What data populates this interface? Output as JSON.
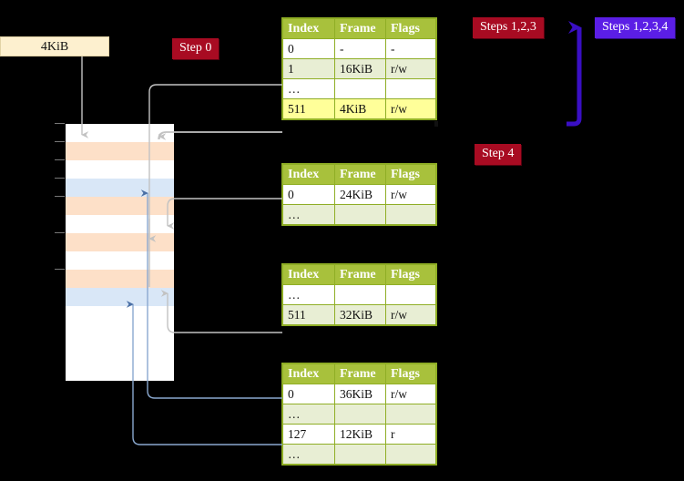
{
  "labels": {
    "four_kib": "4KiB",
    "step0": "Step 0",
    "step4": "Step 4",
    "steps123": "Steps 1,2,3",
    "steps1234": "Steps 1,2,3,4"
  },
  "colors": {
    "badge_red": "#a80b22",
    "badge_blue": "#5b1ee6",
    "table_header_green": "#a8c13c",
    "table_alt_row": "#e8eed4",
    "highlight_yellow": "#ffff99",
    "cream": "#fdf0cf",
    "mem_orange": "#fde0c8",
    "mem_blue": "#d9e7f7",
    "arrow_gray": "#b9b9b9",
    "arrow_blue": "#6f8fbf",
    "bracket_blue": "#3a0fc4"
  },
  "tables": [
    {
      "id": "pml4",
      "headers": [
        "Index",
        "Frame",
        "Flags"
      ],
      "rows": [
        {
          "style": "white",
          "cells": [
            "0",
            "-",
            "-"
          ],
          "highlight": [
            false,
            false,
            false
          ]
        },
        {
          "style": "alt",
          "cells": [
            "1",
            "16KiB",
            "r/w"
          ],
          "highlight": [
            false,
            false,
            false
          ]
        },
        {
          "style": "white",
          "cells": [
            "…",
            "",
            ""
          ],
          "highlight": [
            false,
            false,
            false
          ]
        },
        {
          "style": "alt",
          "cells": [
            "511",
            "4KiB",
            "r/w"
          ],
          "highlight": [
            true,
            true,
            true
          ]
        }
      ]
    },
    {
      "id": "pdpt",
      "headers": [
        "Index",
        "Frame",
        "Flags"
      ],
      "rows": [
        {
          "style": "white",
          "cells": [
            "0",
            "24KiB",
            "r/w"
          ],
          "highlight": [
            false,
            false,
            false
          ]
        },
        {
          "style": "alt",
          "cells": [
            "…",
            "",
            ""
          ],
          "highlight": [
            false,
            false,
            false
          ]
        }
      ]
    },
    {
      "id": "pd",
      "headers": [
        "Index",
        "Frame",
        "Flags"
      ],
      "rows": [
        {
          "style": "white",
          "cells": [
            "…",
            "",
            ""
          ],
          "highlight": [
            false,
            false,
            false
          ]
        },
        {
          "style": "alt",
          "cells": [
            "511",
            "32KiB",
            "r/w"
          ],
          "highlight": [
            false,
            false,
            false
          ]
        }
      ]
    },
    {
      "id": "pt",
      "headers": [
        "Index",
        "Frame",
        "Flags"
      ],
      "rows": [
        {
          "style": "white",
          "cells": [
            "0",
            "36KiB",
            "r/w"
          ],
          "highlight": [
            false,
            false,
            false
          ]
        },
        {
          "style": "alt",
          "cells": [
            "…",
            "",
            ""
          ],
          "highlight": [
            false,
            false,
            false
          ]
        },
        {
          "style": "white",
          "cells": [
            "127",
            "12KiB",
            "r"
          ],
          "highlight": [
            false,
            false,
            false
          ]
        },
        {
          "style": "alt",
          "cells": [
            "…",
            "",
            ""
          ],
          "highlight": [
            false,
            false,
            false
          ]
        }
      ]
    }
  ],
  "memory_column": {
    "rows": [
      {
        "fill": "white"
      },
      {
        "fill": "orange"
      },
      {
        "fill": "white"
      },
      {
        "fill": "blue"
      },
      {
        "fill": "orange"
      },
      {
        "fill": "white"
      },
      {
        "fill": "orange"
      },
      {
        "fill": "white"
      },
      {
        "fill": "orange"
      },
      {
        "fill": "blue"
      },
      {
        "fill": "white"
      },
      {
        "fill": "white"
      },
      {
        "fill": "white"
      },
      {
        "fill": "white"
      }
    ]
  }
}
